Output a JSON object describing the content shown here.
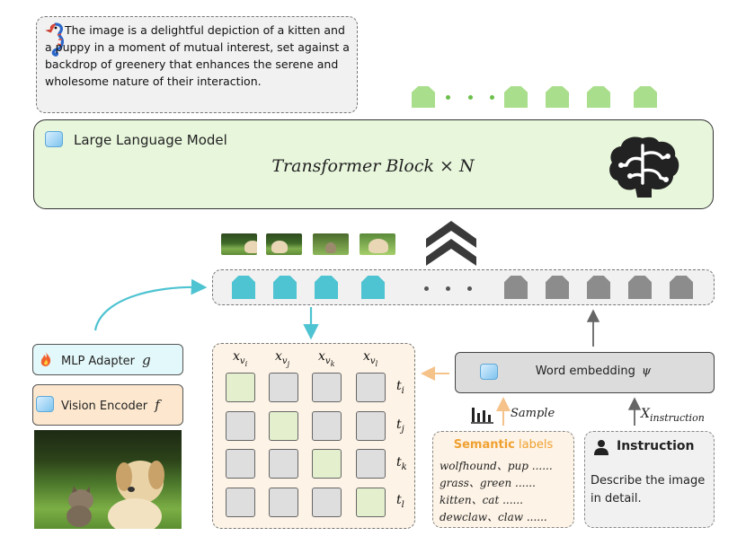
{
  "caption": {
    "text": "The image is a delightful depiction of a kitten and a puppy in a moment of mutual interest, set against a backdrop of greenery that enhances the serene and wholesome nature of their interaction."
  },
  "llm": {
    "title": "Large Language Model",
    "block": "Transformer Block × N"
  },
  "modules": {
    "mlp_label": "MLP Adapter",
    "mlp_symbol": "g",
    "vision_label": "Vision Encoder",
    "vision_symbol": "f"
  },
  "matrix": {
    "col_base": "x",
    "cols": [
      {
        "sub": "v",
        "subsub": "i"
      },
      {
        "sub": "v",
        "subsub": "j"
      },
      {
        "sub": "v",
        "subsub": "k"
      },
      {
        "sub": "v",
        "subsub": "l"
      }
    ],
    "row_base": "t",
    "rows": [
      "i",
      "j",
      "k",
      "l"
    ],
    "highlighted_diagonal": true
  },
  "word_embedding": {
    "label": "Word embedding",
    "symbol": "ψ"
  },
  "sample_label": "Sample",
  "instruction_input": {
    "base": "X",
    "sub": "instruction"
  },
  "semantic": {
    "title_keyword": "Semantic",
    "title_rest": " labels",
    "lines": [
      "wolfhound、pup ......",
      "grass、green ......",
      "kitten、cat ......",
      "dewclaw、claw ......"
    ]
  },
  "instruction": {
    "title": "Instruction",
    "text": "Describe the image in detail."
  },
  "colors": {
    "llm_fill": "#e8f6dc",
    "output_token": "#a9de8c",
    "visual_token": "#4ec3d1",
    "text_token": "#8c8c8c",
    "matrix_fill": "#fdf3e6",
    "semantic_accent": "#f0a030",
    "mlp_fill": "#e3f8fa",
    "vision_fill": "#fde8cf"
  }
}
